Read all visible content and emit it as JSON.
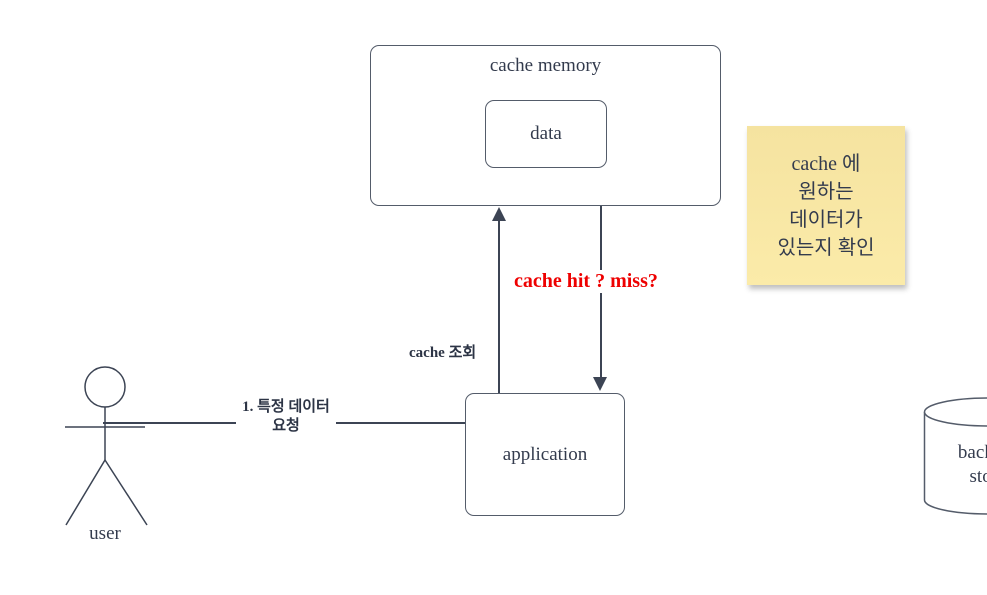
{
  "colors": {
    "box_stroke": "#545c6a",
    "line_stroke": "#3c4454",
    "text": "#333b4d",
    "alert_text": "#ee0000",
    "note_background": "#f7e6a4"
  },
  "nodes": {
    "cache_memory": {
      "label": "cache memory"
    },
    "data": {
      "label": "data"
    },
    "application": {
      "label": "application"
    },
    "user": {
      "label": "user"
    },
    "backing_store": {
      "label_line1": "backing",
      "label_line2": "store"
    }
  },
  "edges": {
    "cache_lookup": {
      "label": "cache 조회"
    },
    "cache_result": {
      "label": "cache hit ? miss?"
    },
    "user_request": {
      "label_line1": "1. 특정 데이터",
      "label_line2": "요청"
    }
  },
  "note": {
    "lines": [
      "cache 에",
      "원하는",
      "데이터가",
      "있는지 확인"
    ]
  }
}
